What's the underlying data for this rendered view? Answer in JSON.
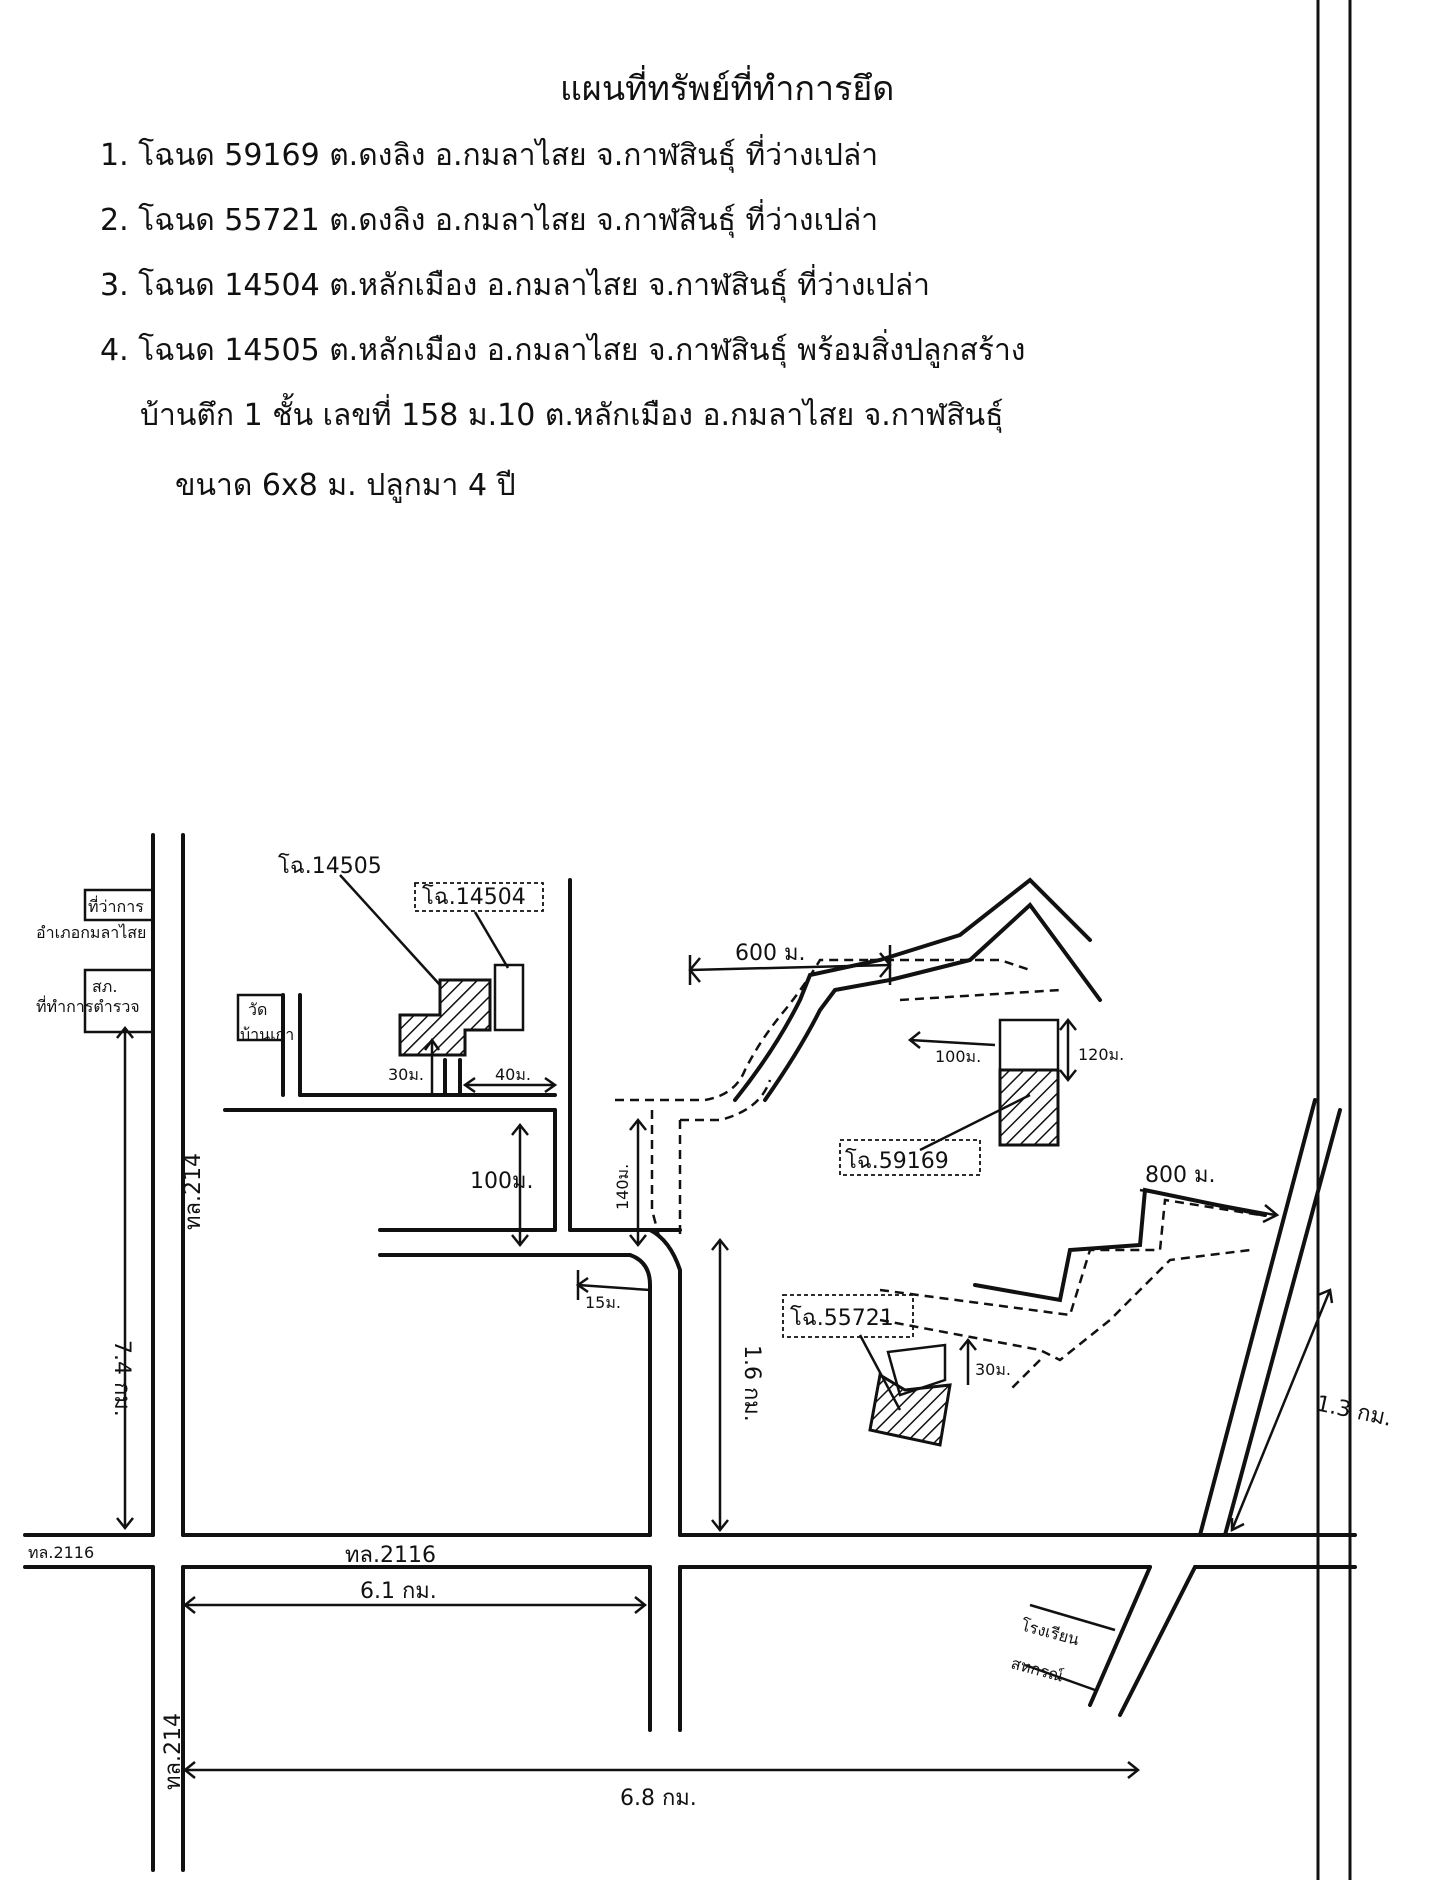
{
  "header": {
    "title": "แผนที่ทรัพย์ที่ทำการยึด",
    "lines": [
      "1. โฉนด 59169 ต.ดงลิง อ.กมลาไสย จ.กาฬสินธุ์ ที่ว่างเปล่า",
      "2. โฉนด 55721 ต.ดงลิง อ.กมลาไสย จ.กาฬสินธุ์ ที่ว่างเปล่า",
      "3. โฉนด 14504 ต.หลักเมือง อ.กมลาไสย จ.กาฬสินธุ์ ที่ว่างเปล่า",
      "4. โฉนด 14505 ต.หลักเมือง อ.กมลาไสย จ.กาฬสินธุ์ พร้อมสิ่งปลูกสร้าง",
      "บ้านตึก 1 ชั้น เลขที่ 158 ม.10 ต.หลักเมือง อ.กมลาไสย จ.กาฬสินธุ์",
      "ขนาด 6x8 ม. ปลูกมา 4 ปี"
    ]
  },
  "map": {
    "parcels": {
      "p14505": "โฉ.14505",
      "p14504": "โฉ.14504",
      "p59169": "โฉ.59169",
      "p55721": "โฉ.55721"
    },
    "roads": {
      "r214_upper": "ทล.214",
      "r214_lower": "ทล.214",
      "r2116_left": "ทล.2116",
      "r2116_mid": "ทล.2116"
    },
    "distances": {
      "d600": "600 ม.",
      "d100": "100ม.",
      "d120": "120ม.",
      "d30a": "30ม.",
      "d40": "40ม.",
      "d100b": "100ม.",
      "d140": "140ม.",
      "d15": "15ม.",
      "d800": "800 ม.",
      "d30b": "30ม.",
      "d74": "7.4 กม.",
      "d16": "1.6 กม.",
      "d13": "1.3 กม.",
      "d61": "6.1 กม.",
      "d68": "6.8 กม."
    },
    "landmarks": {
      "gov1": "ที่ว่าการ",
      "gov2": "อำเภอกมลาไสย",
      "police1": "สภ.",
      "police2": "ที่ทำการตำรวจ",
      "temple": "วัด",
      "village": "บ้านเก่า",
      "school1": "โรงเรียน",
      "school2": "สหกรณ์"
    }
  }
}
